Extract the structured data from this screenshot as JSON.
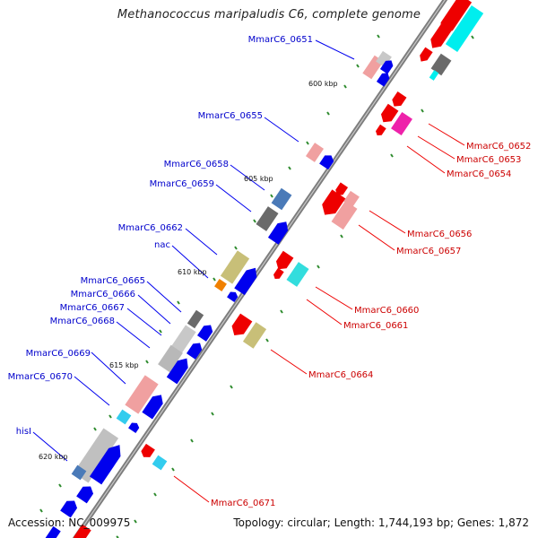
{
  "title": "Methanococcus maripaludis C6, complete genome",
  "footer": {
    "accession": "Accession: NC_009975",
    "summary": "Topology: circular; Length: 1,744,193 bp; Genes: 1,872"
  },
  "colors": {
    "forward_label": "#0000cc",
    "reverse_label": "#cc0000",
    "backbone": "#808080",
    "tick": "#2e8b2e"
  },
  "position_ticks": [
    "600 kbp",
    "605 kbp",
    "610 kbp",
    "615 kbp",
    "620 kbp"
  ],
  "forward_labels": [
    "MmarC6_0651",
    "MmarC6_0655",
    "MmarC6_0658",
    "MmarC6_0659",
    "MmarC6_0662",
    "nac",
    "MmarC6_0665",
    "MmarC6_0666",
    "MmarC6_0667",
    "MmarC6_0668",
    "MmarC6_0669",
    "MmarC6_0670",
    "hisI"
  ],
  "reverse_labels": [
    "MmarC6_0652",
    "MmarC6_0653",
    "MmarC6_0654",
    "MmarC6_0656",
    "MmarC6_0657",
    "MmarC6_0660",
    "MmarC6_0661",
    "MmarC6_0664",
    "MmarC6_0671"
  ]
}
